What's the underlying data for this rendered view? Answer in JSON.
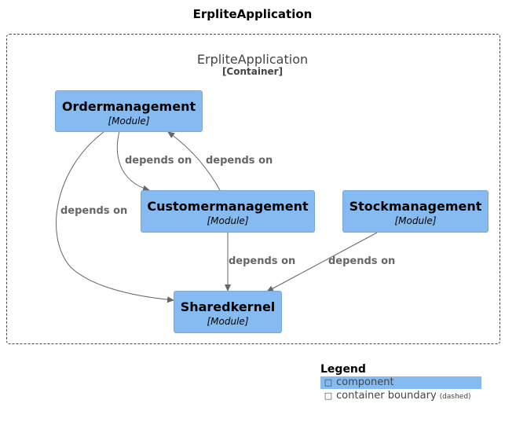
{
  "title": "ErpliteApplication",
  "container": {
    "name": "ErpliteApplication",
    "type": "[Container]"
  },
  "nodes": {
    "ordermanagement": {
      "name": "Ordermanagement",
      "type": "[Module]"
    },
    "customermanagement": {
      "name": "Customermanagement",
      "type": "[Module]"
    },
    "stockmanagement": {
      "name": "Stockmanagement",
      "type": "[Module]"
    },
    "sharedkernel": {
      "name": "Sharedkernel",
      "type": "[Module]"
    }
  },
  "edges": [
    {
      "from": "Ordermanagement",
      "to": "Customermanagement",
      "label": "depends on"
    },
    {
      "from": "Customermanagement",
      "to": "Ordermanagement",
      "label": "depends on"
    },
    {
      "from": "Ordermanagement",
      "to": "Sharedkernel",
      "label": "depends on"
    },
    {
      "from": "Customermanagement",
      "to": "Sharedkernel",
      "label": "depends on"
    },
    {
      "from": "Stockmanagement",
      "to": "Sharedkernel",
      "label": "depends on"
    }
  ],
  "legend": {
    "title": "Legend",
    "component": "component",
    "boundary": "container boundary",
    "boundary_note": "(dashed)"
  },
  "colors": {
    "component_fill": "#85bbf0",
    "edge": "#666666",
    "boundary": "#444444"
  }
}
